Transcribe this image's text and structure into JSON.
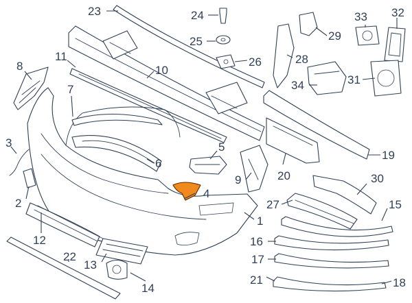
{
  "colors": {
    "line": "#2f3f55",
    "highlight": "#f08a1c",
    "background": "#ffffff"
  },
  "highlighted_part": "4",
  "callouts": [
    "1",
    "2",
    "3",
    "4",
    "5",
    "6",
    "7",
    "8",
    "9",
    "10",
    "11",
    "12",
    "13",
    "14",
    "15",
    "16",
    "17",
    "18",
    "19",
    "20",
    "21",
    "22",
    "23",
    "24",
    "25",
    "26",
    "27",
    "28",
    "29",
    "30",
    "31",
    "32",
    "33",
    "34"
  ]
}
